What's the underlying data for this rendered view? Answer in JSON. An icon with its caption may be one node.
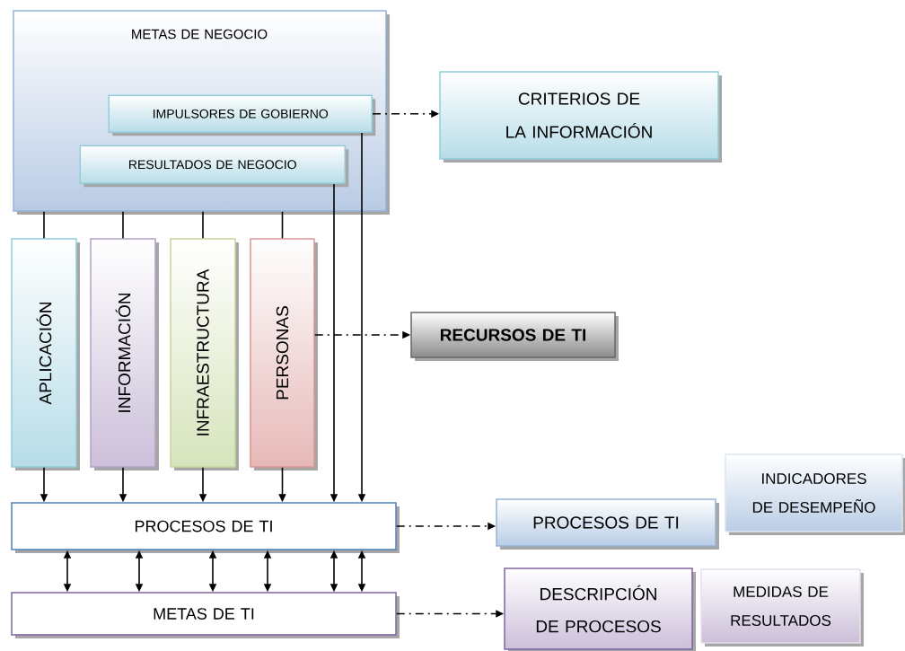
{
  "diagram": {
    "nodes": [
      {
        "text": [
          "METAS DE NEGOCIO"
        ]
      },
      {
        "text": [
          "IMPULSORES DE GOBIERNO"
        ],
        "in": 0
      },
      {
        "text": [
          "RESULTADOS DE NEGOCIO"
        ],
        "in": 0
      },
      {
        "text": [
          "CRITERIOS DE LA INFORMACIÓN"
        ]
      },
      {
        "text": [
          "APLICACIÓN"
        ]
      },
      {
        "text": [
          "INFORMACIÓN"
        ]
      },
      {
        "text": [
          "INFRAESTRUCTURA"
        ]
      },
      {
        "text": [
          "PERSONAS"
        ]
      },
      {
        "text": [
          "RECURSOS DE TI"
        ]
      },
      {
        "text": [
          "PROCESOS DE TI"
        ]
      },
      {
        "text": [
          "METAS DE TI"
        ]
      },
      {
        "text": [
          "PROCESOS DE TI"
        ]
      },
      {
        "text": [
          "INDICADORES DE DESEMPEÑO"
        ]
      },
      {
        "text": [
          "DESCRIPCIÓN DE PROCESOS"
        ]
      },
      {
        "text": [
          "MEDIDAS DE RESULTADOS"
        ]
      }
    ],
    "edges": [
      {
        "from": 0,
        "to": 4,
        "arrow": "none"
      },
      {
        "from": 0,
        "to": 5,
        "arrow": "none"
      },
      {
        "from": 0,
        "to": 6,
        "arrow": "none"
      },
      {
        "from": 0,
        "to": 7,
        "arrow": "none"
      },
      {
        "from": 1,
        "to": 3,
        "arrow": "to",
        "style": "dashed"
      },
      {
        "from": 1,
        "to": 9,
        "arrow": "to"
      },
      {
        "from": 2,
        "to": 9,
        "arrow": "to"
      },
      {
        "from": 4,
        "to": 9,
        "arrow": "to"
      },
      {
        "from": 5,
        "to": 9,
        "arrow": "to"
      },
      {
        "from": 6,
        "to": 9,
        "arrow": "to"
      },
      {
        "from": 7,
        "to": 9,
        "arrow": "to"
      },
      {
        "from": 7,
        "to": 8,
        "arrow": "to",
        "style": "dashed"
      },
      {
        "from": 9,
        "to": 10,
        "arrow": "both"
      },
      {
        "from": 9,
        "to": 10,
        "arrow": "both"
      },
      {
        "from": 9,
        "to": 10,
        "arrow": "both"
      },
      {
        "from": 9,
        "to": 10,
        "arrow": "both"
      },
      {
        "from": 9,
        "to": 10,
        "arrow": "both"
      },
      {
        "from": 9,
        "to": 10,
        "arrow": "both"
      },
      {
        "from": 9,
        "to": 11,
        "arrow": "to",
        "style": "dashed"
      },
      {
        "from": 10,
        "to": 13,
        "arrow": "to",
        "style": "dashed"
      }
    ]
  }
}
